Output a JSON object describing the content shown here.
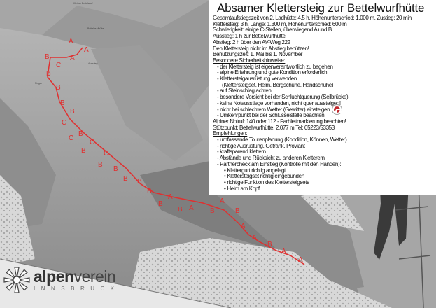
{
  "title": "Absamer Klettersteig zur Bettelwurfhütte",
  "info": [
    "Gesamtaufstiegszeit von 2. Ladhütte: 4,5 h, Höhenunterschied: 1.000 m, Zustieg: 20 min",
    "Klettersteig: 3 h, Länge: 1.300 m, Höhenunterschied: 600 m",
    "Schwierigkeit: einige C-Stellen, überwiegend A und B",
    "Ausstieg: 1 h zur Bettelwurfhütte",
    "Abstieg: 2 h über den AV-Weg 222",
    "Den Klettersteig nicht im Abstieg benützen!",
    "Benützungszeit: 1. Mai bis 1. November"
  ],
  "safety_heading": "Besondere Sicherheitshinweise:",
  "safety": [
    "- der Klettersteig ist eigenverantwortlich zu begehen",
    "- alpine Erfahrung und gute Kondition erforderlich",
    "- Klettersteigausrüstung verwenden",
    "(Klettersteigset, Helm, Bergschuhe, Handschuhe)",
    "- auf Steinschlag achten",
    "- besondere Vorsicht bei der Schluchtquerung (Seilbrücke)",
    "- keine Notausstiege vorhanden, nicht quer aussteigen!",
    "- nicht bei schlechtem Wetter (Gewitter) einsteigen",
    "- Umkehrpunkt bei der Schlüsselstelle beachten"
  ],
  "emergency": "Alpiner Notruf: 140 oder 112 - Farbleitmarkierung beachten!",
  "base": "Stützpunkt: Bettelwurfhütte, 2.077 m Tel: 05223/53353",
  "recommend_heading": "Empfehlungen:",
  "recommend": [
    "- umfassende Tourenplanung (Kondition, Können, Wetter)",
    "- richtige Ausrüstung, Getränk, Proviant",
    "- kraftsparend klettern",
    "- Abstände und Rücksicht zu anderen Kletterern",
    "- Partnercheck am Einstieg (Kontrolle mit den Händen):"
  ],
  "partnercheck": [
    "• Klettergurt richtig angelegt",
    "• Klettersteigset richtig eingebunden",
    "• richtige Funktion des Klettersteigsets",
    "• Helm am Kopf"
  ],
  "map_labels": {
    "peak": "Kleiner Bettelwurf",
    "hut": "Bettelwurfhütte",
    "exit": "Ausstieg",
    "fingers": "Finger"
  },
  "route_grades": [
    "A",
    "A",
    "A",
    "B",
    "C",
    "B",
    "B",
    "B",
    "B",
    "C",
    "B",
    "C",
    "C",
    "B",
    "C",
    "B",
    "B",
    "B",
    "B",
    "B",
    "B",
    "A",
    "B",
    "A",
    "B",
    "A",
    "B",
    "A",
    "A",
    "B",
    "A",
    "A"
  ],
  "logo": {
    "name_bold": "alpen",
    "name_light": "verein",
    "city": "INNSBRUCK"
  },
  "colors": {
    "route": "#e03030",
    "sign": "#c0282d"
  }
}
